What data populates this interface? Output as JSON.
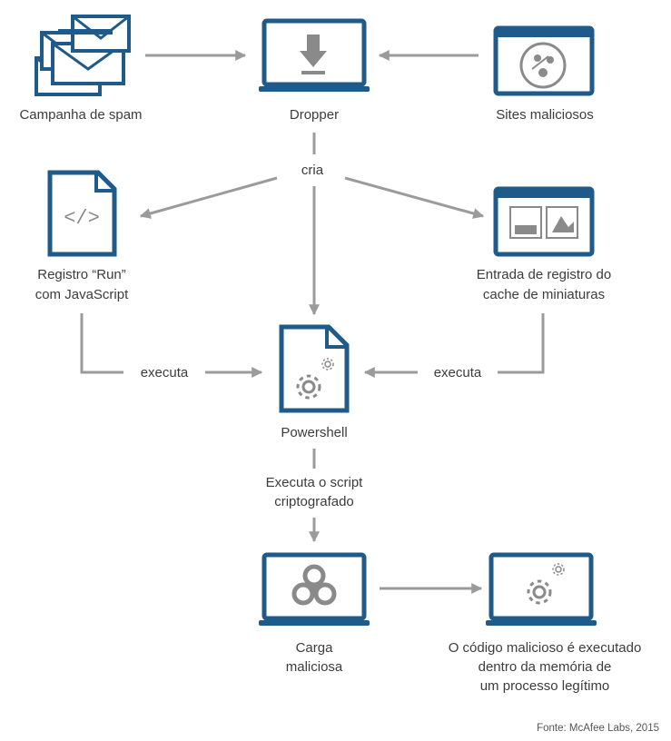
{
  "nodes": {
    "spam": {
      "label": "Campanha de spam",
      "icon": "email-stack-icon"
    },
    "dropper": {
      "label": "Dropper",
      "icon": "download-laptop-icon"
    },
    "sites": {
      "label": "Sites maliciosos",
      "icon": "malware-bug-laptop-icon"
    },
    "registry_run": {
      "label_line1": "Registro “Run”",
      "label_line2": "com JavaScript",
      "icon": "code-file-icon"
    },
    "thumb_cache": {
      "label_line1": "Entrada de registro do",
      "label_line2": "cache de miniaturas",
      "icon": "thumbnail-laptop-icon"
    },
    "powershell": {
      "label": "Powershell",
      "icon": "gear-file-icon"
    },
    "payload": {
      "label_line1": "Carga",
      "label_line2": "maliciosa",
      "icon": "biohazard-laptop-icon"
    },
    "memory_exec": {
      "label_line1": "O código malicioso é executado",
      "label_line2": "dentro da memória de",
      "label_line3": "um processo legítimo",
      "icon": "gear-laptop-icon"
    }
  },
  "edges": {
    "cria": "cria",
    "executa_left": "executa",
    "executa_right": "executa",
    "script_line1": "Executa o script",
    "script_line2": "criptografado"
  },
  "source": "Fonte: McAfee Labs, 2015",
  "colors": {
    "icon_navy": "#1e5a8a",
    "icon_gray": "#8a8a8a",
    "connector": "#9b9b9b",
    "text": "#3c3c3c"
  }
}
